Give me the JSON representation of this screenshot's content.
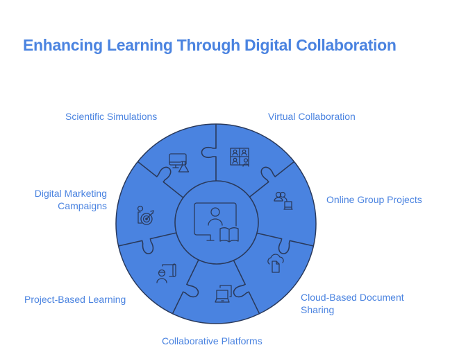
{
  "title": "Enhancing Learning Through Digital Collaboration",
  "colors": {
    "accent": "#4a83e0",
    "segment_fill": "#4a83e0",
    "outline": "#2a3a5c",
    "background": "#ffffff"
  },
  "center": {
    "icon": "monitor-person-book-icon"
  },
  "segments": [
    {
      "label": "Virtual Collaboration",
      "icon": "video-grid-people-icon"
    },
    {
      "label": "Online Group Projects",
      "icon": "group-laptop-icon"
    },
    {
      "label": "Cloud-Based Document Sharing",
      "label_lines": [
        "Cloud-Based Document",
        "Sharing"
      ],
      "icon": "cloud-document-icon"
    },
    {
      "label": "Collaborative Platforms",
      "icon": "laptop-window-icon"
    },
    {
      "label": "Project-Based Learning",
      "icon": "engineer-blueprint-icon"
    },
    {
      "label": "Digital Marketing Campaigns",
      "label_lines": [
        "Digital Marketing",
        "Campaigns"
      ],
      "icon": "person-target-icon"
    },
    {
      "label": "Scientific Simulations",
      "icon": "monitor-flask-icon"
    }
  ]
}
